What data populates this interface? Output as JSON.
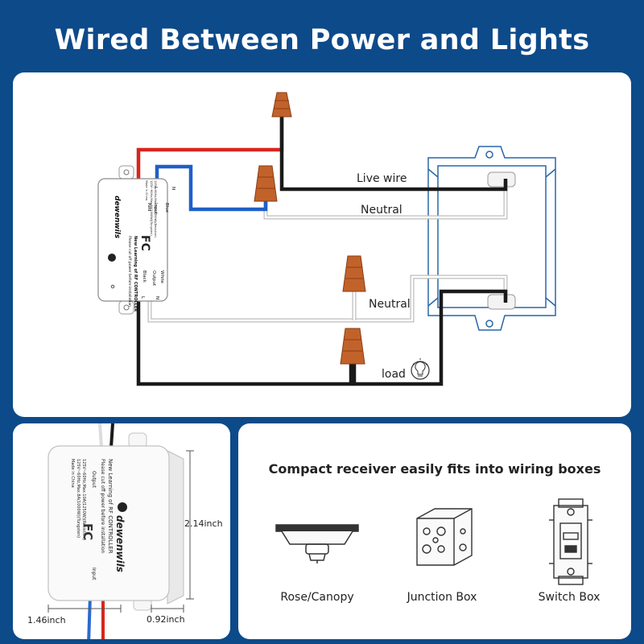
{
  "header": {
    "title": "Wired Between Power and Lights"
  },
  "wiring_diagram": {
    "live_wire_label": "Live wire",
    "neutral_label_top": "Neutral",
    "neutral_label_mid": "Neutral",
    "load_label": "load",
    "device": {
      "brand": "dewenwils",
      "title_line": "New Learning of RF CONTROLLER",
      "warning_line": "Please cut off power before installation",
      "rating_line_1": "125V~60Hz,Max.10A(1250W)(Resistive)",
      "rating_line_2": "125V~60Hz,Max.8A(1000W)(Tungsten)",
      "made_in": "Made in China",
      "input_label": "Input",
      "output_label": "Output",
      "red_label": "Red",
      "blue_label": "Blue",
      "black_label": "Black",
      "white_label": "White",
      "L_in": "L",
      "N_in": "N",
      "L_out": "L",
      "N_out": "N"
    }
  },
  "dimensions": {
    "height": "2.14inch",
    "width": "1.46inch",
    "depth": "0.92inch"
  },
  "fit_panel": {
    "heading": "Compact receiver easily fits into wiring boxes",
    "items": [
      {
        "label": "Rose/Canopy",
        "icon": "rose-canopy-icon"
      },
      {
        "label": "Junction Box",
        "icon": "junction-box-icon"
      },
      {
        "label": "Switch Box",
        "icon": "switch-box-icon"
      }
    ]
  },
  "colors": {
    "background": "#0d4a8a",
    "panel": "#ffffff",
    "wire_red": "#d7261e",
    "wire_blue": "#1f5fc8",
    "wire_black": "#1a1a1a",
    "wire_white": "#e6e6e6",
    "wire_nut": "#c2622b",
    "junction_box_outline": "#2a66a8"
  }
}
